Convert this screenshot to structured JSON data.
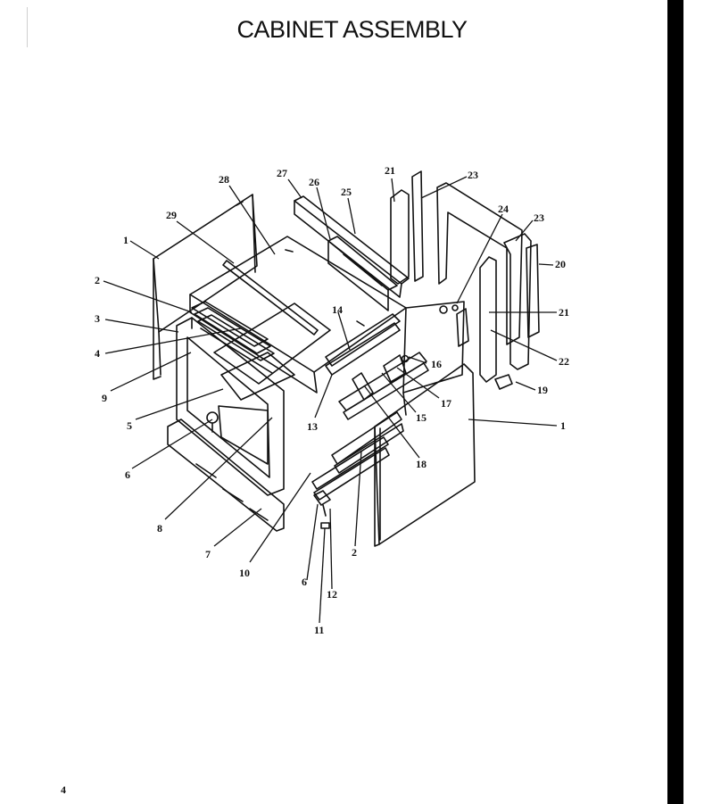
{
  "title": "CABINET ASSEMBLY",
  "page_number": "4",
  "callouts": [
    {
      "id": "c1a",
      "text": "1"
    },
    {
      "id": "c2a",
      "text": "2"
    },
    {
      "id": "c3",
      "text": "3"
    },
    {
      "id": "c4",
      "text": "4"
    },
    {
      "id": "c9",
      "text": "9"
    },
    {
      "id": "c5",
      "text": "5"
    },
    {
      "id": "c6a",
      "text": "6"
    },
    {
      "id": "c8",
      "text": "8"
    },
    {
      "id": "c7",
      "text": "7"
    },
    {
      "id": "c10",
      "text": "10"
    },
    {
      "id": "c6b",
      "text": "6"
    },
    {
      "id": "c11",
      "text": "11"
    },
    {
      "id": "c12",
      "text": "12"
    },
    {
      "id": "c2b",
      "text": "2"
    },
    {
      "id": "c18",
      "text": "18"
    },
    {
      "id": "c13",
      "text": "13"
    },
    {
      "id": "c14",
      "text": "14"
    },
    {
      "id": "c15",
      "text": "15"
    },
    {
      "id": "c16",
      "text": "16"
    },
    {
      "id": "c17",
      "text": "17"
    },
    {
      "id": "c1b",
      "text": "1"
    },
    {
      "id": "c19",
      "text": "19"
    },
    {
      "id": "c22",
      "text": "22"
    },
    {
      "id": "c21b",
      "text": "21"
    },
    {
      "id": "c20",
      "text": "20"
    },
    {
      "id": "c23b",
      "text": "23"
    },
    {
      "id": "c24",
      "text": "24"
    },
    {
      "id": "c23a",
      "text": "23"
    },
    {
      "id": "c21a",
      "text": "21"
    },
    {
      "id": "c27",
      "text": "27"
    },
    {
      "id": "c26",
      "text": "26"
    },
    {
      "id": "c25",
      "text": "25"
    },
    {
      "id": "c28",
      "text": "28"
    },
    {
      "id": "c29",
      "text": "29"
    }
  ]
}
